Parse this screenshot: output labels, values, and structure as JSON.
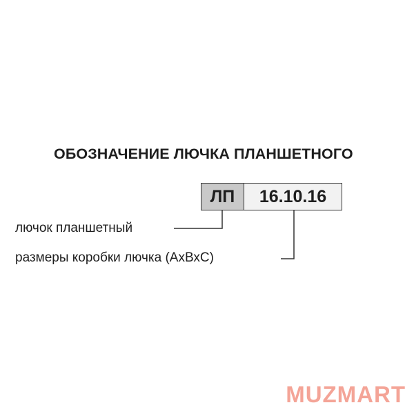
{
  "diagram": {
    "title": "ОБОЗНАЧЕНИЕ ЛЮЧКА ПЛАНШЕТНОГО",
    "code": {
      "type": "ЛП",
      "size": "16.10.16"
    },
    "legend": [
      {
        "label": "лючок планшетный"
      },
      {
        "label": "размеры коробки лючка (АхВхС)"
      }
    ]
  },
  "brand": {
    "name": "MUZMART",
    "color": "#f4a497"
  }
}
